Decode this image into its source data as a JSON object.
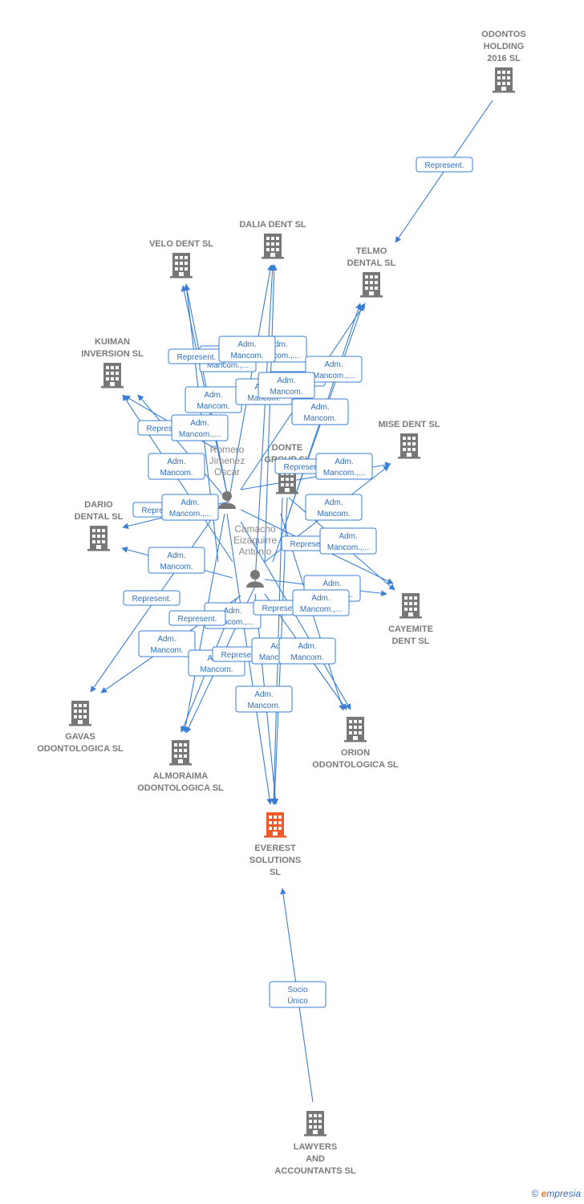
{
  "colors": {
    "edge": "#3a7fd5",
    "building": "#777777",
    "focus": "#f05a28",
    "label": "#7a7a7a"
  },
  "nodes": [
    {
      "id": "odontos",
      "kind": "company",
      "lines": [
        "ODONTOS",
        "HOLDING",
        "2016  SL"
      ]
    },
    {
      "id": "dalia",
      "kind": "company",
      "lines": [
        "DALIA DENT SL"
      ]
    },
    {
      "id": "velo",
      "kind": "company",
      "lines": [
        "VELO DENT SL"
      ]
    },
    {
      "id": "telmo",
      "kind": "company",
      "lines": [
        "TELMO",
        "DENTAL SL"
      ]
    },
    {
      "id": "kuiman",
      "kind": "company",
      "lines": [
        "KUIMAN",
        "INVERSION SL"
      ]
    },
    {
      "id": "mise",
      "kind": "company",
      "lines": [
        "MISE DENT SL"
      ]
    },
    {
      "id": "donte",
      "kind": "company",
      "lines": [
        "DONTE",
        "GROUP  SL"
      ]
    },
    {
      "id": "dario",
      "kind": "company",
      "lines": [
        "DARIO",
        "DENTAL SL"
      ]
    },
    {
      "id": "cayemite",
      "kind": "company",
      "lines": [
        "CAYEMITE",
        "DENT SL"
      ]
    },
    {
      "id": "gavas",
      "kind": "company",
      "lines": [
        "GAVAS",
        "ODONTOLOGICA SL"
      ]
    },
    {
      "id": "almoraima",
      "kind": "company",
      "lines": [
        "ALMORAIMA",
        "ODONTOLOGICA SL"
      ]
    },
    {
      "id": "orion",
      "kind": "company",
      "lines": [
        "ORION",
        "ODONTOLOGICA SL"
      ]
    },
    {
      "id": "everest",
      "kind": "focus",
      "lines": [
        "EVEREST",
        "SOLUTIONS",
        "SL"
      ]
    },
    {
      "id": "lawyers",
      "kind": "company",
      "lines": [
        "LAWYERS",
        "AND",
        "ACCOUNTANTS SL"
      ]
    },
    {
      "id": "romero",
      "kind": "person",
      "lines": [
        "Romero",
        "Jimenez",
        "Oscar"
      ]
    },
    {
      "id": "camacho",
      "kind": "person",
      "lines": [
        "Camacho",
        "Eizaguirre",
        "Antonio"
      ]
    }
  ],
  "relations": [
    {
      "lines": [
        "Represent."
      ]
    },
    {
      "lines": [
        "Adm.",
        "Mancom.,..."
      ]
    },
    {
      "lines": [
        "Adm.",
        "Mancom.,..."
      ]
    },
    {
      "lines": [
        "Represent."
      ]
    },
    {
      "lines": [
        "Adm.",
        "Mancom."
      ]
    },
    {
      "lines": [
        "Represent."
      ]
    },
    {
      "lines": [
        "Adm.",
        "Mancom.,..."
      ]
    },
    {
      "lines": [
        "Adm.",
        "Mancom."
      ]
    },
    {
      "lines": [
        "Adm.",
        "Mancom."
      ]
    },
    {
      "lines": [
        "Represent."
      ]
    },
    {
      "lines": [
        "Adm.",
        "Mancom.,..."
      ]
    },
    {
      "lines": [
        "Adm.",
        "Mancom."
      ]
    },
    {
      "lines": [
        "Represent."
      ]
    },
    {
      "lines": [
        "Adm.",
        "Mancom.,..."
      ]
    },
    {
      "lines": [
        "Represent."
      ]
    },
    {
      "lines": [
        "Adm.",
        "Mancom.,..."
      ]
    },
    {
      "lines": [
        "Adm.",
        "Mancom."
      ]
    },
    {
      "lines": [
        "Adm.",
        "Mancom."
      ]
    },
    {
      "lines": [
        "Represent."
      ]
    },
    {
      "lines": [
        "Adm.",
        "Mancom.,..."
      ]
    },
    {
      "lines": [
        "Represent."
      ]
    },
    {
      "lines": [
        "Adm.",
        "Mancom.,..."
      ]
    },
    {
      "lines": [
        "Adm.",
        "Mancom."
      ]
    },
    {
      "lines": [
        "Represent."
      ]
    },
    {
      "lines": [
        "Adm.",
        "Mancom.,..."
      ]
    },
    {
      "lines": [
        "Represent."
      ]
    },
    {
      "lines": [
        "Adm.",
        "Mancom.,..."
      ]
    },
    {
      "lines": [
        "Adm.",
        "Mancom."
      ]
    },
    {
      "lines": [
        "Represent."
      ]
    },
    {
      "lines": [
        "Adm.",
        "Mancom.,..."
      ]
    },
    {
      "lines": [
        "Adm.",
        "Mancom."
      ]
    },
    {
      "lines": [
        "Adm.",
        "Mancom."
      ]
    },
    {
      "lines": [
        "Adm.",
        "Mancom."
      ]
    },
    {
      "lines": [
        "Adm.",
        "Mancom."
      ]
    },
    {
      "lines": [
        "Socio",
        "Único"
      ]
    }
  ],
  "footer": {
    "copyright": "©",
    "brand_initial": "e",
    "brand_rest": "mpresia"
  }
}
